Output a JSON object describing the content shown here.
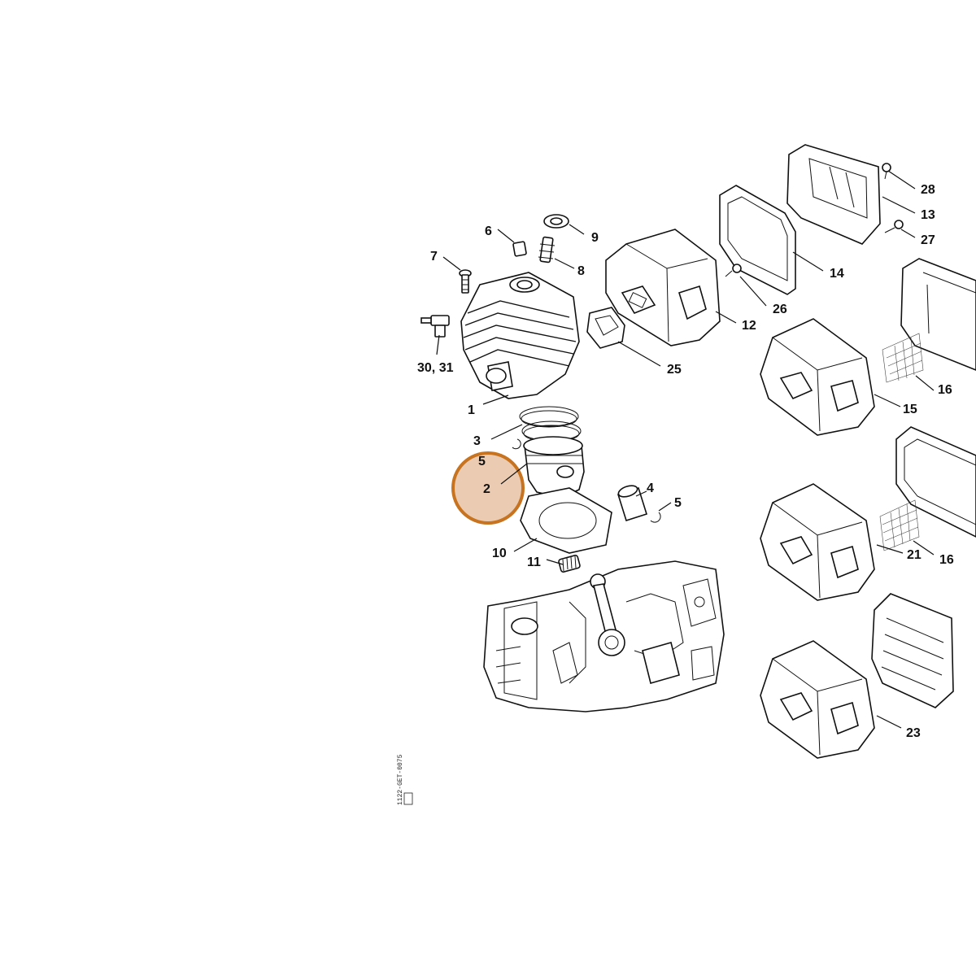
{
  "diagram": {
    "highlight_color": "#e8c3a4",
    "highlight_border": "#c7731f",
    "line_color": "#111111",
    "reference_code": "1122-GET-0075",
    "callouts": [
      {
        "id": "c28",
        "label": "28"
      },
      {
        "id": "c13",
        "label": "13"
      },
      {
        "id": "c27",
        "label": "27"
      },
      {
        "id": "c14",
        "label": "14"
      },
      {
        "id": "c26",
        "label": "26"
      },
      {
        "id": "c12",
        "label": "12"
      },
      {
        "id": "c25",
        "label": "25"
      },
      {
        "id": "c6",
        "label": "6"
      },
      {
        "id": "c9",
        "label": "9"
      },
      {
        "id": "c7",
        "label": "7"
      },
      {
        "id": "c8",
        "label": "8"
      },
      {
        "id": "c3031",
        "label": "30, 31"
      },
      {
        "id": "c1",
        "label": "1"
      },
      {
        "id": "c3",
        "label": "3"
      },
      {
        "id": "c5a",
        "label": "5"
      },
      {
        "id": "c2",
        "label": "2"
      },
      {
        "id": "c4",
        "label": "4"
      },
      {
        "id": "c5b",
        "label": "5"
      },
      {
        "id": "c10",
        "label": "10"
      },
      {
        "id": "c11",
        "label": "11"
      },
      {
        "id": "c16a",
        "label": "16"
      },
      {
        "id": "c15",
        "label": "15"
      },
      {
        "id": "c16b",
        "label": "16"
      },
      {
        "id": "c21",
        "label": "21"
      },
      {
        "id": "c23",
        "label": "23"
      }
    ]
  }
}
